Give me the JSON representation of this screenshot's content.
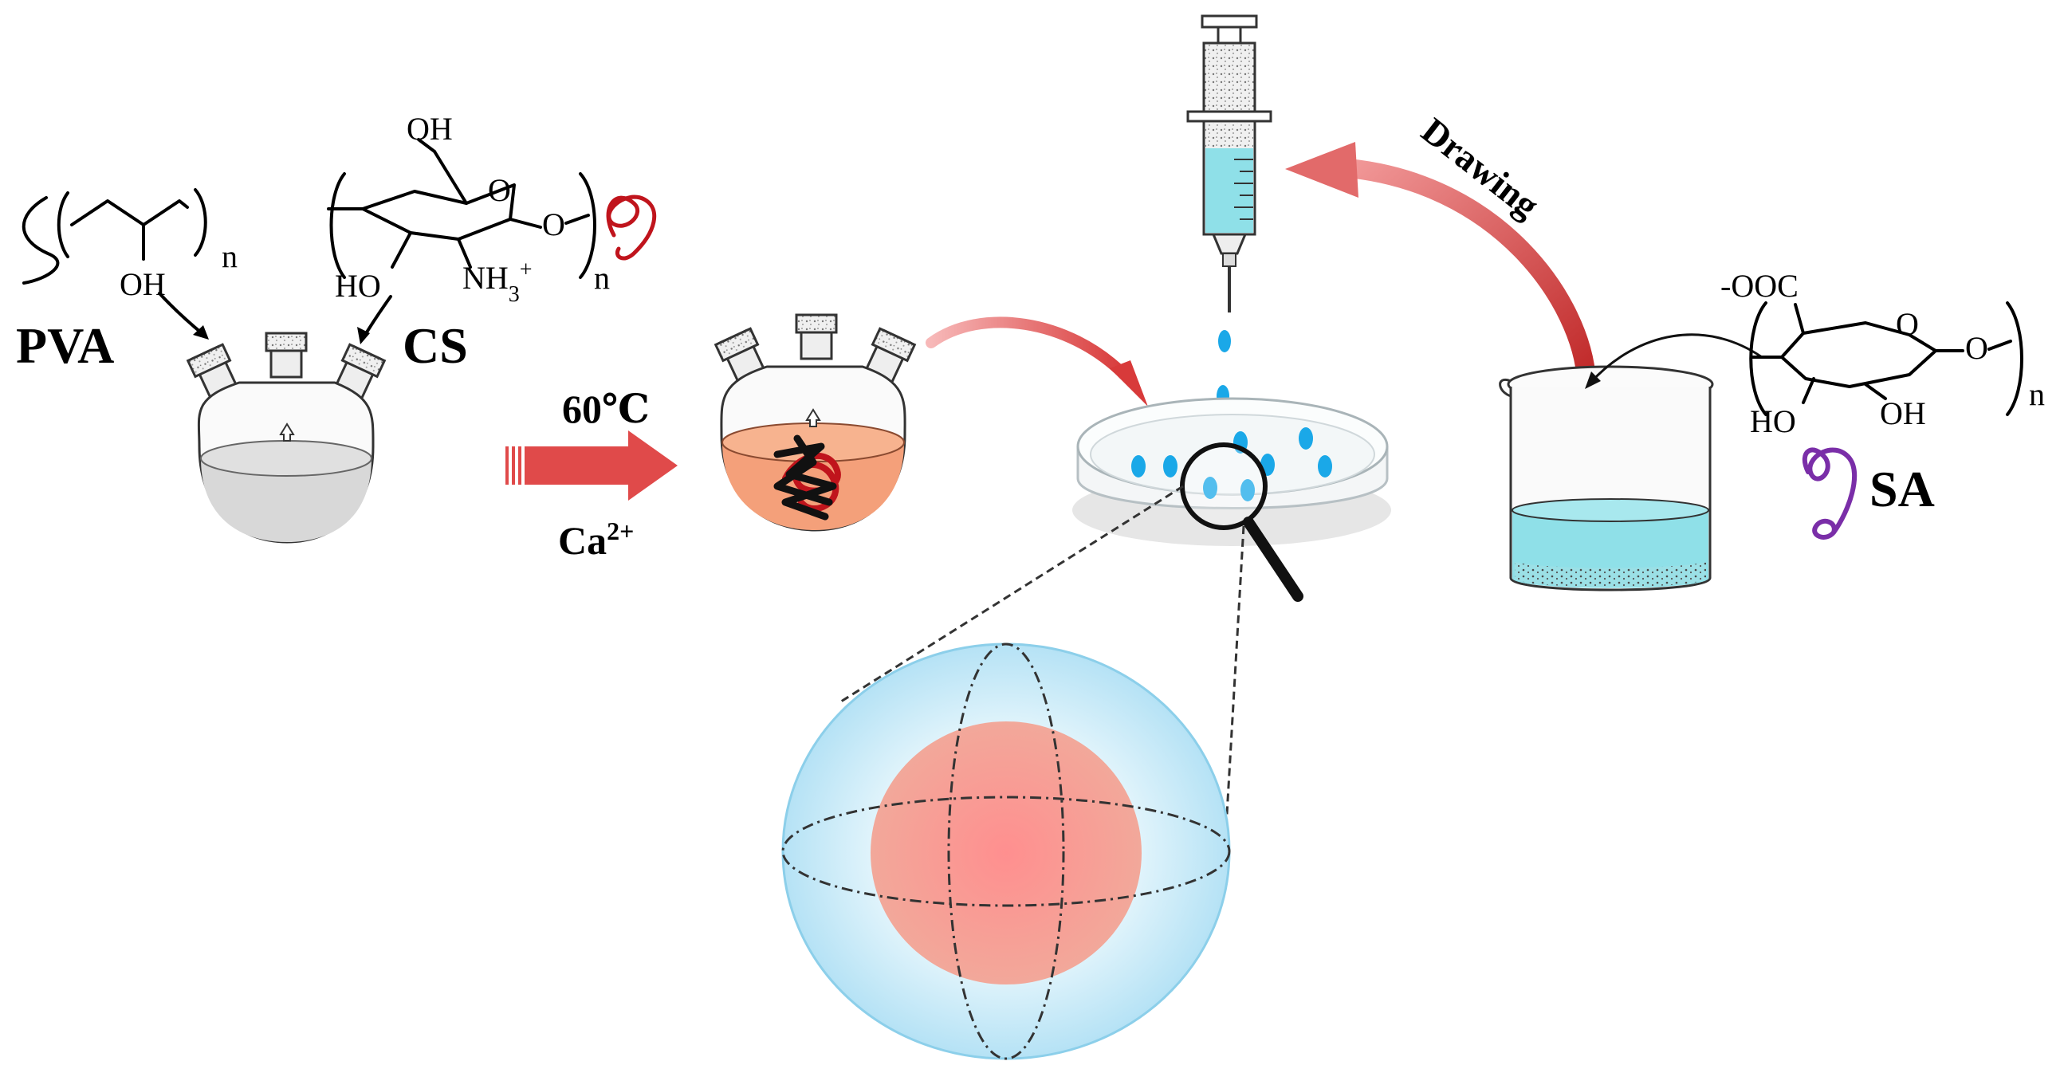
{
  "labels": {
    "pva": "PVA",
    "cs": "CS",
    "sa": "SA",
    "temperature": "60℃",
    "calcium_base": "Ca",
    "calcium_sup": "2+",
    "drawing": "Drawing"
  },
  "pva_structure": {
    "oh": "OH",
    "n": "n"
  },
  "cs_structure": {
    "oh_top": "OH",
    "ring_o": "O",
    "link_o": "O",
    "ho": "HO",
    "nh3_base": "NH",
    "nh3_sub": "3",
    "nh3_sup": "+",
    "n": "n"
  },
  "sa_structure": {
    "ooc": "-OOC",
    "ring_o": "O",
    "link_o": "O",
    "ho": "HO",
    "oh": "OH",
    "n": "n"
  },
  "colors": {
    "arrow_red": "#e04a4a",
    "solution_orange": "#f4a07a",
    "droplet_blue": "#1aa8e8",
    "liquid_cyan": "#8fe0e8",
    "bead_shell": "#cfeefa",
    "bead_core": "#f08a8a",
    "cs_polymer": "#c0141c",
    "sa_polymer": "#7a2ea8"
  }
}
